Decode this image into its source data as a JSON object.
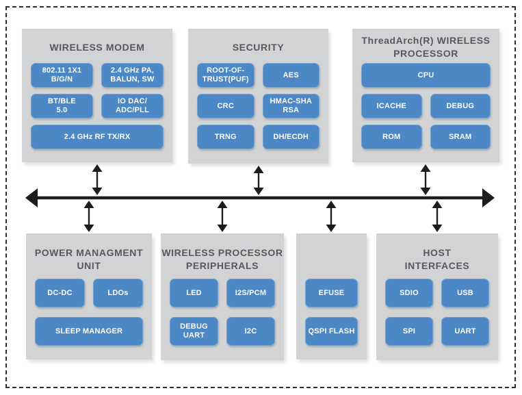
{
  "colors": {
    "background": "#ffffff",
    "panel_fill": "#d2d3d4",
    "block_fill": "#4c87c6",
    "block_border": "#76a3d4",
    "block_text": "#ffffff",
    "title_text": "#57585b",
    "line_ink": "#1d1d1d",
    "border_dash": "#2e2e2e"
  },
  "panels": {
    "wireless_modem": {
      "title": "WIRELESS MODEM",
      "blocks": [
        "802.11 1X1\nB/G/N",
        "2.4 GHz PA,\nBALUN, SW",
        "BT/BLE\n5.0",
        "IO DAC/\nADC/PLL",
        "2.4 GHz RF TX/RX"
      ]
    },
    "security": {
      "title": "SECURITY",
      "blocks": [
        "ROOT-OF-\nTRUST(PUF)",
        "AES",
        "CRC",
        "HMAC-SHA\nRSA",
        "TRNG",
        "DH/ECDH"
      ]
    },
    "threadarch_processor": {
      "title": "ThreadArch(R) WIRELESS\nPROCESSOR",
      "blocks": [
        "CPU",
        "ICACHE",
        "DEBUG",
        "ROM",
        "SRAM"
      ]
    },
    "power_management": {
      "title": "POWER MANAGMENT\nUNIT",
      "blocks": [
        "DC-DC",
        "LDOs",
        "SLEEP MANAGER"
      ]
    },
    "wireless_peripherals": {
      "title": "WIRELESS PROCESSOR\nPERIPHERALS",
      "blocks": [
        "LED",
        "I2S/PCM",
        "DEBUG\nUART",
        "I2C"
      ]
    },
    "memory": {
      "blocks": [
        "EFUSE",
        "QSPI FLASH"
      ]
    },
    "host_interfaces": {
      "title": "HOST\nINTERFACES",
      "blocks": [
        "SDIO",
        "USB",
        "SPI",
        "UART"
      ]
    }
  }
}
